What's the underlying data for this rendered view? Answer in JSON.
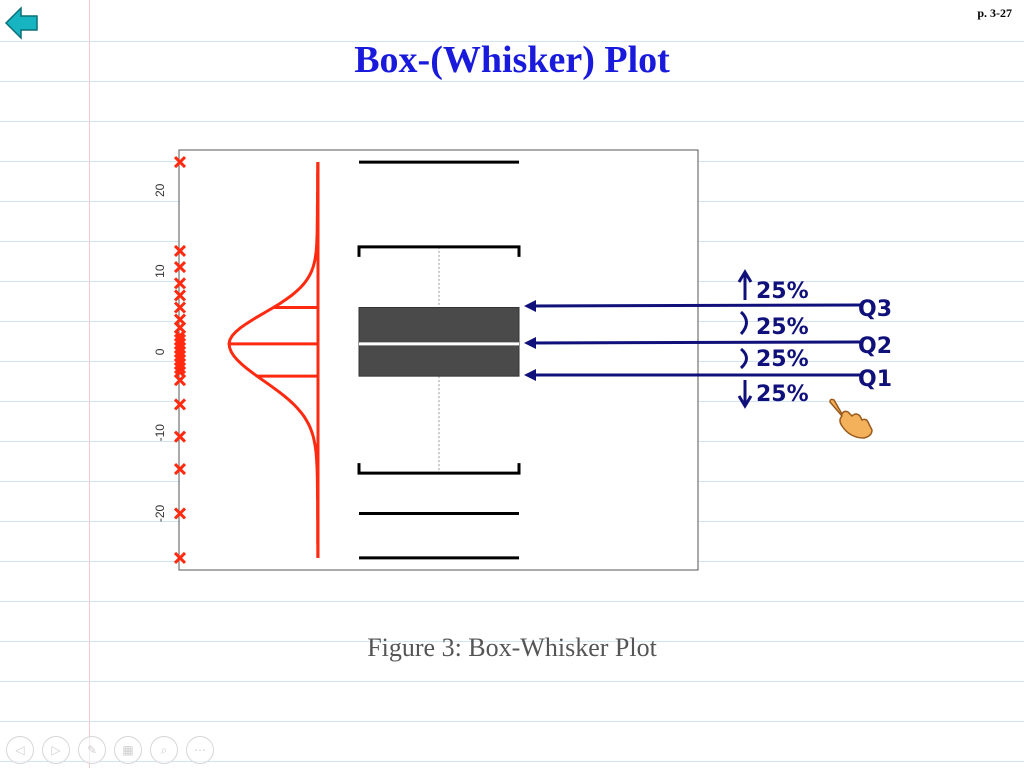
{
  "page": {
    "page_number": "p. 3-27",
    "title": "Box-(Whisker) Plot",
    "caption": "Figure 3: Box-Whisker Plot"
  },
  "chart_data": {
    "type": "box",
    "ylim": [
      -27,
      25
    ],
    "yticks": [
      -20,
      -10,
      0,
      10,
      20
    ],
    "box": {
      "q1": -3,
      "median": 1,
      "q3": 5.5,
      "whisker_low": -15,
      "whisker_high": 13
    },
    "extreme_markers": [
      23.5,
      -20,
      -25.5
    ],
    "data_points": [
      23.5,
      12.5,
      10.5,
      8.5,
      7,
      5.5,
      4,
      3,
      2,
      1.5,
      1,
      0.5,
      0,
      -0.5,
      -1,
      -1.5,
      -2,
      -2.5,
      -3.5,
      -6.5,
      -10.5,
      -14.5,
      -20,
      -25.5
    ],
    "annotations": {
      "labels": [
        "25%",
        "25%",
        "25%",
        "25%"
      ],
      "quartile_labels": [
        "Q3",
        "Q2",
        "Q1"
      ]
    },
    "colors": {
      "box": "#4a4a4a",
      "points": "#ff2a10",
      "density": "#ff2a10",
      "annotation": "#10107a"
    }
  },
  "icons": {
    "back": "back-arrow-icon",
    "pointer": "hand-pointer-icon"
  },
  "nav": [
    "previous",
    "next",
    "pen",
    "pages",
    "zoom",
    "more"
  ],
  "nav_symbols": [
    "◁",
    "▷",
    "✎",
    "▦",
    "⌕",
    "⋯"
  ]
}
